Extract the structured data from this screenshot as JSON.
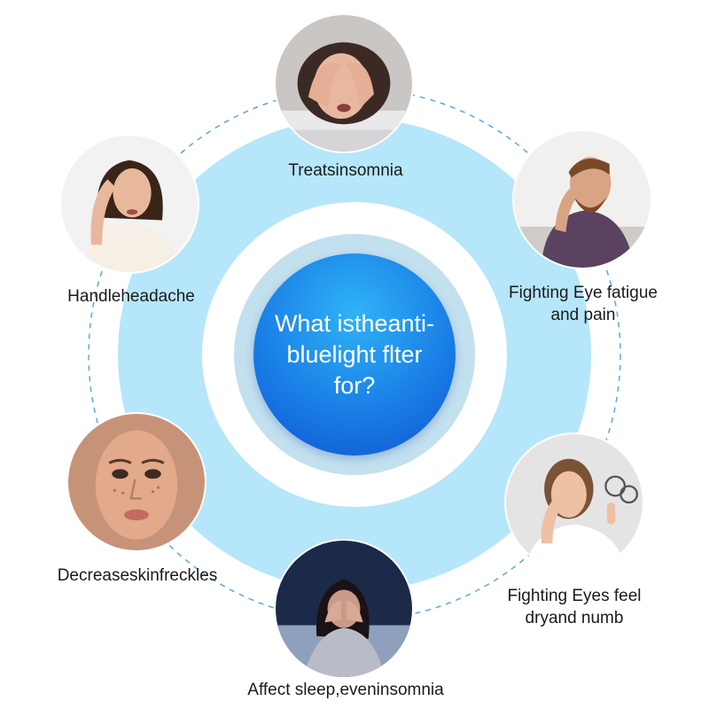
{
  "center": {
    "title": "What istheanti-bluelight flter for?"
  },
  "benefits": [
    {
      "label": "Treatsinsomnia",
      "icon": "woman-covering-face-photo"
    },
    {
      "label": "Fighting Eye fatigue and pain",
      "icon": "man-rubbing-eyes-photo"
    },
    {
      "label": "Fighting Eyes feel dryand numb",
      "icon": "woman-holding-glasses-photo"
    },
    {
      "label": "Affect sleep,eveninsomnia",
      "icon": "woman-sleepless-night-photo"
    },
    {
      "label": "Decreaseskinfreckles",
      "icon": "freckled-face-photo"
    },
    {
      "label": "Handleheadache",
      "icon": "woman-headache-photo"
    }
  ],
  "colors": {
    "outer_ring": "#b5e6fa",
    "core_blue": "#1a7fe6",
    "dashed_orbit": "#5fa8d6"
  }
}
